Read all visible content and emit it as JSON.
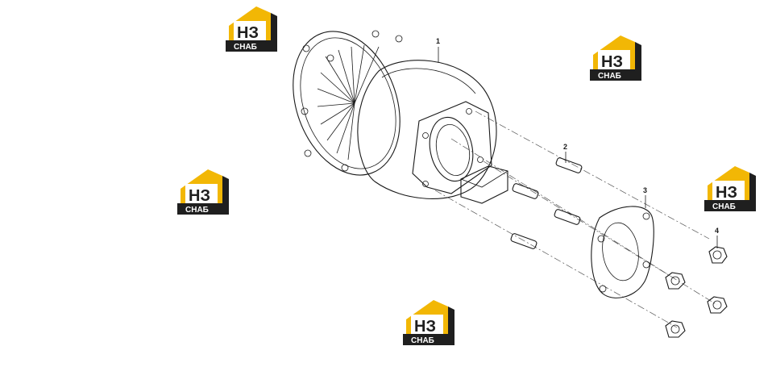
{
  "callouts": {
    "part1": "1",
    "part2": "2",
    "part3": "3",
    "part4": "4"
  },
  "watermark": {
    "mark": "НЗ",
    "caption": "СНАБ",
    "color_primary": "#F2B705",
    "color_dark": "#1F1F1F"
  }
}
